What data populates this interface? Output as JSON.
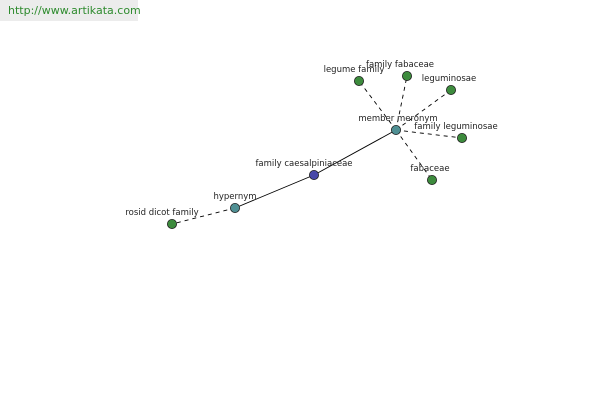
{
  "header": {
    "url_text": "http://www.artikata.com"
  },
  "colors": {
    "hub_node": "#4f8f93",
    "center_node": "#4848a8",
    "leaf_node": "#3d8b3d",
    "edge": "#000000",
    "link_text": "#2e8b2e"
  },
  "graph": {
    "nodes": [
      {
        "id": "family-caesalpiniaceae",
        "label": "family caesalpiniaceae",
        "kind": "center"
      },
      {
        "id": "hypernym",
        "label": "hypernym",
        "kind": "hub"
      },
      {
        "id": "member-meronym",
        "label": "member meronym",
        "kind": "hub"
      },
      {
        "id": "rosid-dicot-family",
        "label": "rosid dicot family",
        "kind": "leaf"
      },
      {
        "id": "legume-family",
        "label": "legume family",
        "kind": "leaf"
      },
      {
        "id": "family-fabaceae",
        "label": "family fabaceae",
        "kind": "leaf"
      },
      {
        "id": "leguminosae",
        "label": "leguminosae",
        "kind": "leaf"
      },
      {
        "id": "family-leguminosae",
        "label": "family leguminosae",
        "kind": "leaf"
      },
      {
        "id": "fabaceae",
        "label": "fabaceae",
        "kind": "leaf"
      }
    ],
    "edges": [
      {
        "from": "family-caesalpiniaceae",
        "to": "hypernym",
        "style": "solid"
      },
      {
        "from": "family-caesalpiniaceae",
        "to": "member-meronym",
        "style": "solid"
      },
      {
        "from": "hypernym",
        "to": "rosid-dicot-family",
        "style": "dashed"
      },
      {
        "from": "member-meronym",
        "to": "legume-family",
        "style": "dashed"
      },
      {
        "from": "member-meronym",
        "to": "family-fabaceae",
        "style": "dashed"
      },
      {
        "from": "member-meronym",
        "to": "leguminosae",
        "style": "dashed"
      },
      {
        "from": "member-meronym",
        "to": "family-leguminosae",
        "style": "dashed"
      },
      {
        "from": "member-meronym",
        "to": "fabaceae",
        "style": "dashed"
      }
    ]
  }
}
